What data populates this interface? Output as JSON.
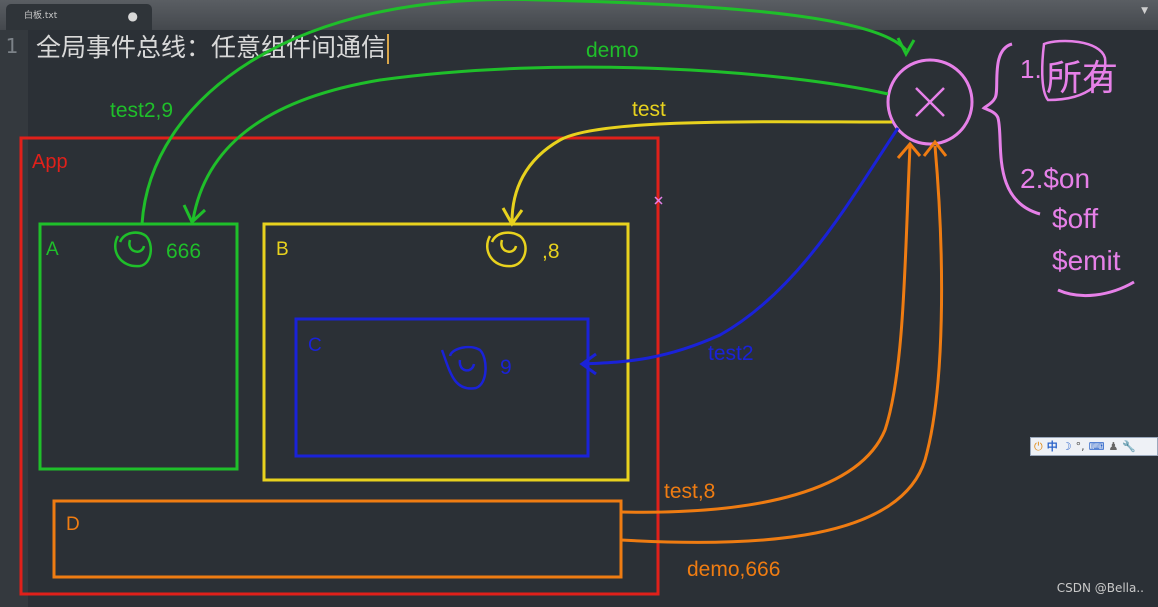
{
  "editor": {
    "tab_title": "白板.txt",
    "tab_modified_marker": "●",
    "tab_menu": "▼",
    "line_number": "1",
    "line_text": "全局事件总线：任意组件间通信"
  },
  "diagram": {
    "box_labels": {
      "app": "App",
      "a": "A",
      "b": "B",
      "c": "C",
      "d": "D"
    },
    "values": {
      "a": "666",
      "b": ",8",
      "c": "9"
    },
    "arrow_labels": {
      "demo": "demo",
      "test": "test",
      "test2_9": "test2,9",
      "test2": "test2",
      "test_8": "test,8",
      "demo_666": "demo,666"
    },
    "bus_symbol": "X",
    "notes": {
      "item1": "1.",
      "item1_word": "所有",
      "item2": "2.$on",
      "off": "$off",
      "emit": "$emit"
    },
    "colors": {
      "app": "#e0201a",
      "a": "#1fbf2a",
      "b": "#e8d21e",
      "c": "#1a22d8",
      "d": "#ef7c12",
      "bus": "#e680e8"
    }
  },
  "ime_toolbar": {
    "items": [
      "⏻",
      "中",
      "☽",
      "°,",
      "⌨",
      "♟",
      "🔧"
    ]
  },
  "watermark": "CSDN @Bella.."
}
